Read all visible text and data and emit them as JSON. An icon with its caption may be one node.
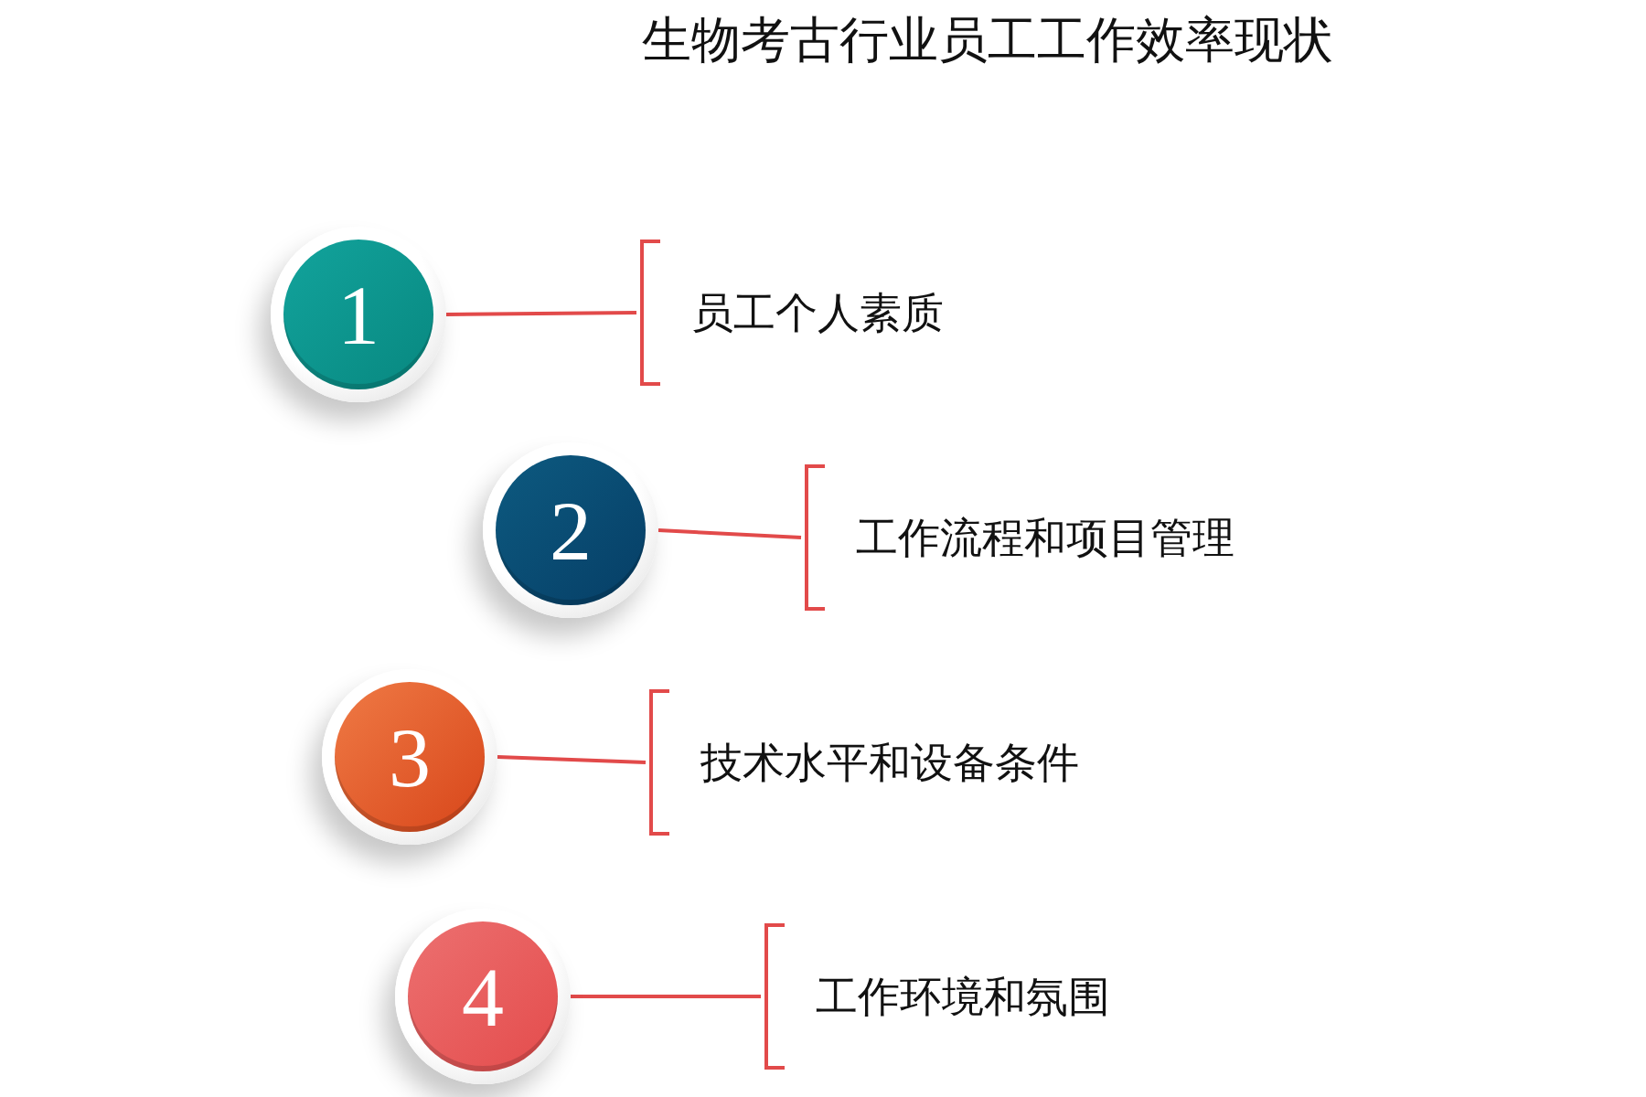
{
  "diagram": {
    "title": "生物考古行业员工工作效率现状",
    "nodes": [
      {
        "text": [
          "1"
        ]
      },
      {
        "text": [
          "员工个人素质"
        ]
      },
      {
        "text": [
          "2"
        ]
      },
      {
        "text": [
          "工作流程和项目管理"
        ]
      },
      {
        "text": [
          "3"
        ]
      },
      {
        "text": [
          "技术水平和设备条件"
        ]
      },
      {
        "text": [
          "4"
        ]
      },
      {
        "text": [
          "工作环境和氛围"
        ]
      }
    ],
    "edges": [
      {
        "from": 0,
        "to": 1,
        "arrow": "none"
      },
      {
        "from": 2,
        "to": 3,
        "arrow": "none"
      },
      {
        "from": 4,
        "to": 5,
        "arrow": "none"
      },
      {
        "from": 6,
        "to": 7,
        "arrow": "none"
      }
    ]
  }
}
